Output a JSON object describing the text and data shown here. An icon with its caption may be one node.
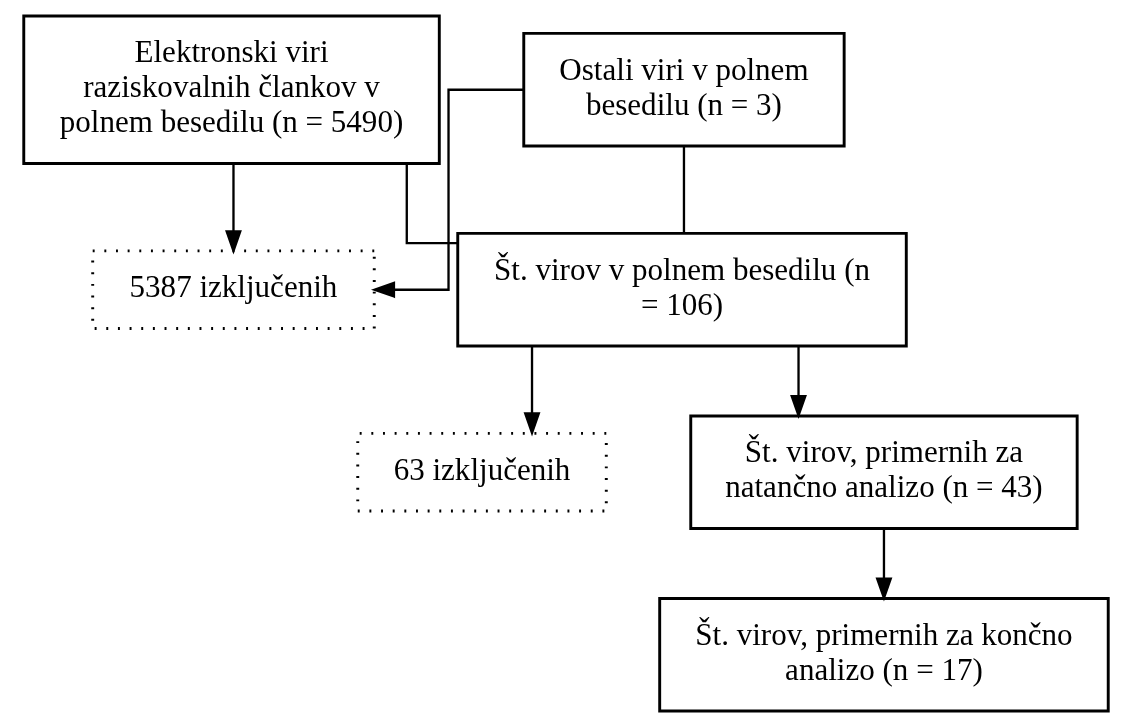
{
  "diagram": {
    "nodes": [
      {
        "text": [
          "Elektronski viri raziskovalnih člankov v polnem besedilu (n = 5490)"
        ]
      },
      {
        "text": [
          "Ostali viri v polnem besedilu (n = 3)"
        ]
      },
      {
        "text": [
          "5387 izključenih"
        ]
      },
      {
        "text": [
          "Št. virov v polnem besedilu (n = 106)"
        ]
      },
      {
        "text": [
          "63 izključenih"
        ]
      },
      {
        "text": [
          "Št. virov, primernih za natančno analizo (n = 43)"
        ]
      },
      {
        "text": [
          "Št. virov, primernih za končno analizo (n = 17)"
        ]
      }
    ],
    "edges": [
      {
        "from": 0,
        "to": 3,
        "arrow": "none"
      },
      {
        "from": 1,
        "to": 3,
        "arrow": "none"
      },
      {
        "from": 0,
        "to": 2,
        "arrow": "to"
      },
      {
        "from": 1,
        "to": 2,
        "arrow": "to"
      },
      {
        "from": 3,
        "to": 5,
        "arrow": "to"
      },
      {
        "from": 3,
        "to": 4,
        "arrow": "to"
      },
      {
        "from": 5,
        "to": 6,
        "arrow": "to"
      }
    ]
  }
}
